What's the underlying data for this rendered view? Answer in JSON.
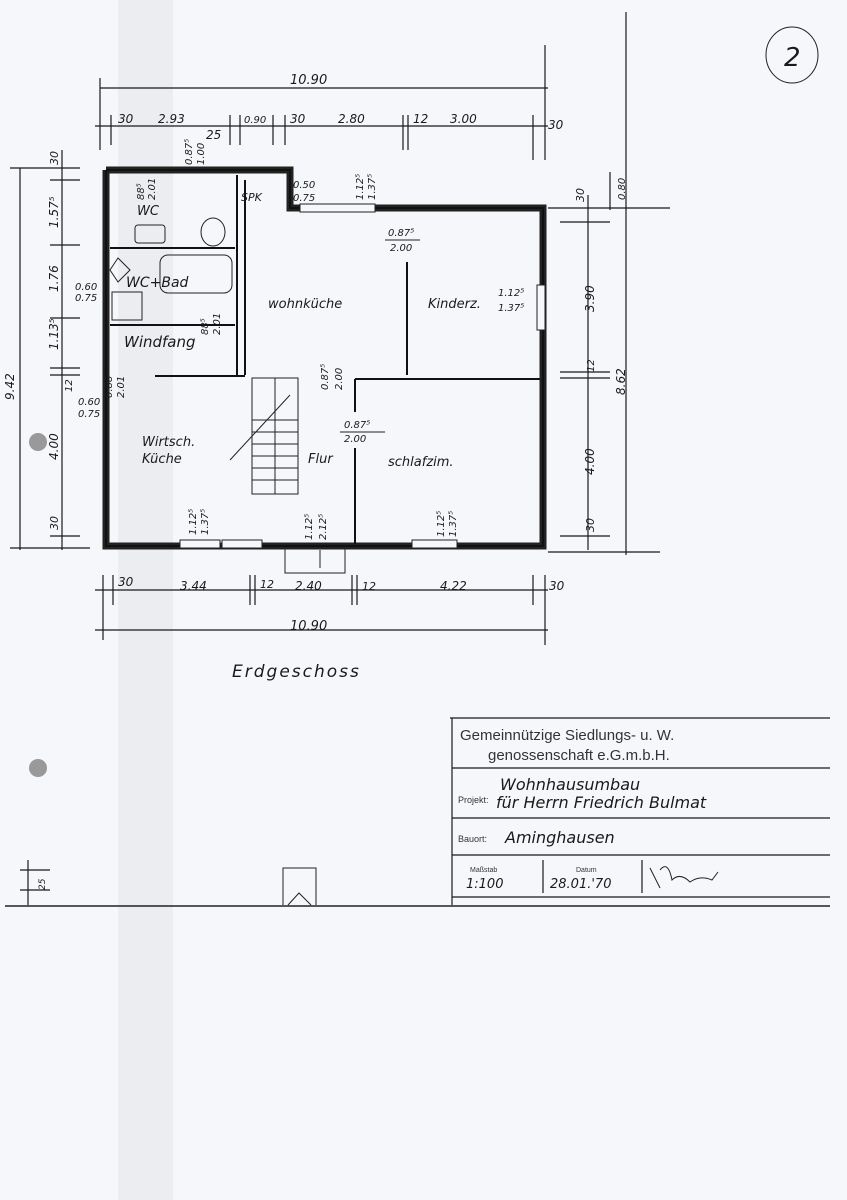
{
  "sheet": {
    "page_number": "2",
    "floor_title": "Erdgeschoss"
  },
  "dimensions": {
    "top_total": "10.90",
    "top_parts": [
      "30",
      "2.93",
      "25",
      "0.90",
      "30",
      "2.80",
      "12",
      "3.00",
      "30"
    ],
    "bottom_parts": [
      "30",
      "3.44",
      "12",
      "2.40",
      "12",
      "4.22",
      "30"
    ],
    "bottom_total": "10.90",
    "left_parts": [
      "30",
      "1.57⁵",
      "1.76",
      "1.13⁵",
      "12",
      "4.00",
      "30"
    ],
    "left_total": "9.42",
    "right_parts": [
      "30",
      "3.90",
      "12",
      "4.00",
      "30"
    ],
    "right_extra": "0.80",
    "right_total": "8.62"
  },
  "rooms": {
    "wc": "WC",
    "bad": "WC+Bad",
    "windfang": "Windfang",
    "spk": "SPK",
    "wohnkueche": "wohnküche",
    "kinderz": "Kinderz.",
    "wirtsch_1": "Wirtsch.",
    "wirtsch_2": "Küche",
    "flur": "Flur",
    "schlafzim": "schlafzim."
  },
  "openings": {
    "spk_window": [
      "0.50",
      "0.75"
    ],
    "top_window": [
      "1.12⁵",
      "1.37⁵"
    ],
    "wohn_door": [
      "0.87⁵",
      "2.00"
    ],
    "kinder_window": [
      "1.12⁵",
      "1.37⁵"
    ],
    "flur_door": [
      "0.87⁵",
      "2.00"
    ],
    "schlaf_door": [
      "0.87⁵",
      "2.00"
    ],
    "wc_window": [
      "0.87⁵",
      "1.00"
    ],
    "wc_door": [
      "88⁵",
      "2.01"
    ],
    "bad_window": [
      "0.60",
      "0.75"
    ],
    "windfang_door": [
      "88⁵",
      "2.01"
    ],
    "wirtsch_door": [
      "0.88⁵",
      "2.01"
    ],
    "wirtsch_window_side": [
      "0.60",
      "0.75"
    ],
    "wirtsch_window": [
      "1.12⁵",
      "1.37⁵"
    ],
    "entry_door": [
      "1.12⁵",
      "2.12⁵"
    ],
    "schlaf_window": [
      "1.12⁵",
      "1.37⁵"
    ],
    "base_height": "25"
  },
  "title_block": {
    "company_1": "Gemeinnützige Siedlungs- u. W.",
    "company_2": "genossenschaft e.G.m.b.H.",
    "project_label": "Projekt:",
    "project_1": "Wohnhausumbau",
    "project_2": "für Herrn Friedrich Bulmat",
    "location_label": "Bauort:",
    "location": "Aminghausen",
    "scale_label": "Maßstab",
    "scale": "1:100",
    "date_label": "Datum",
    "date": "28.01.'70",
    "signature": "Nauder"
  },
  "colors": {
    "paper": "#f6f7fb",
    "ink": "#1a1a1a"
  }
}
